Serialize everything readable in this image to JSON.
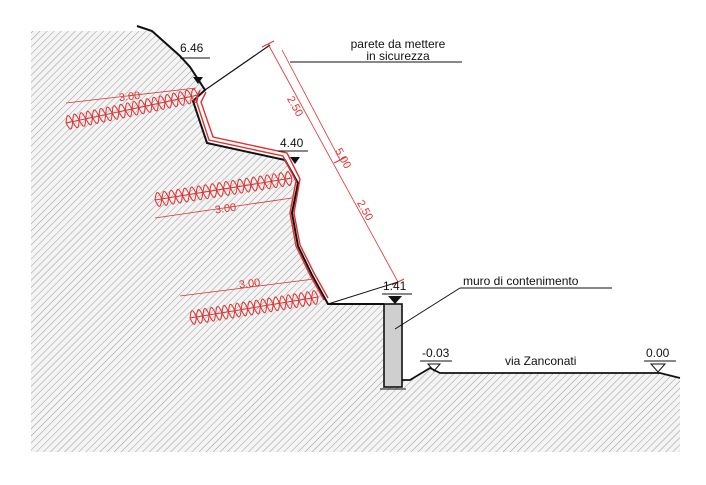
{
  "callouts": {
    "wall_line1": "parete da mettere",
    "wall_line2": "in sicurezza",
    "retaining": "muro di contenimento",
    "street": "via Zanconati"
  },
  "elevations": {
    "top": "6.46",
    "middle": "4.40",
    "lower": "1.41",
    "road_left": "-0.03",
    "road_right": "0.00"
  },
  "anchors": {
    "top": "3.00",
    "middle": "3.00",
    "bottom": "3.00"
  },
  "dimensions": {
    "total": "5.00",
    "upper": "2.50",
    "lower": "2.50"
  },
  "colors": {
    "ground": "#a8a8a8",
    "ground_background": "#f4f4f4",
    "line": "#111111",
    "reinforcement": "#e03030",
    "wall_fill": "#cfcfcf"
  }
}
